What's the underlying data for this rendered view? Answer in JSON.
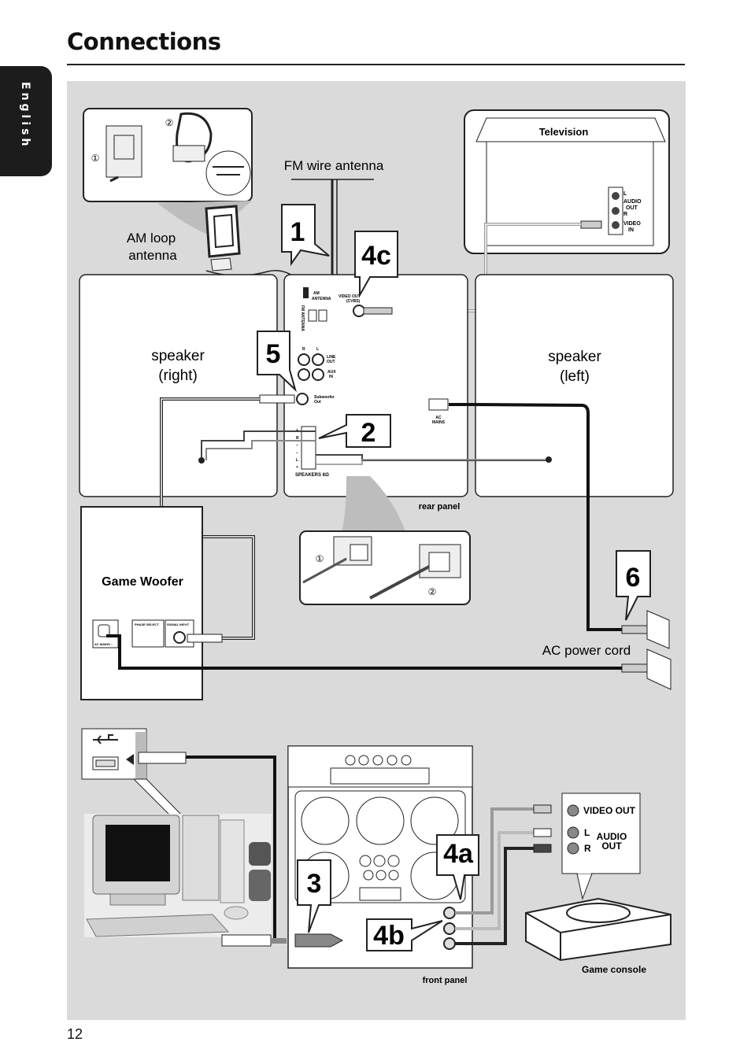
{
  "page": {
    "title": "Connections",
    "side_tab": "English",
    "page_number": "12"
  },
  "labels": {
    "fm_antenna": "FM wire antenna",
    "am_antenna_1": "AM loop",
    "am_antenna_2": "antenna",
    "television": "Television",
    "speaker_right_1": "speaker",
    "speaker_right_2": "(right)",
    "speaker_left_1": "speaker",
    "speaker_left_2": "(left)",
    "rear_panel": "rear panel",
    "game_woofer": "Game Woofer",
    "ac_power_cord": "AC power cord",
    "front_panel": "front panel",
    "game_console": "Game console",
    "video_out": "VIDEO OUT",
    "audio_out_1": "AUDIO",
    "audio_out_2": "OUT",
    "l": "L",
    "r": "R",
    "tv_l": "L",
    "tv_audio": "AUDIO",
    "tv_out": "OUT",
    "tv_r": "R",
    "tv_video": "VIDEO",
    "tv_in": "IN",
    "am_antenna_jack_1": "AM",
    "am_antenna_jack_2": "ANTENNA",
    "fm_antenna_jack": "FM ANTENNA",
    "video_out_cvbs_1": "VIDEO OUT",
    "video_out_cvbs_2": "(CVBS)",
    "line_out_1": "LINE",
    "line_out_2": "OUT",
    "aux_in_1": "AUX",
    "aux_in_2": "IN",
    "subwoofer_out_1": "Subwoofer",
    "subwoofer_out_2": "Out",
    "ac_mains_1": "AC",
    "ac_mains_2": "MAINS",
    "speakers_6ohm": "SPEAKERS 6Ω",
    "phase_select": "PHASE SELECT",
    "signal_input": "SIGNAL INPUT",
    "ac_mains_woofer": "AC MAINS ~",
    "rch_r": "R",
    "lch_l": "L",
    "plus1": "+",
    "minus1": "–",
    "minus2": "–",
    "plus2": "+"
  },
  "steps": {
    "s1": "1",
    "s2": "2",
    "s3": "3",
    "s4a": "4a",
    "s4b": "4b",
    "s4c": "4c",
    "s5": "5",
    "s6": "6"
  },
  "inset_numbers": {
    "a1": "①",
    "a2": "②",
    "b1": "①",
    "b2": "②"
  },
  "colors": {
    "panel": "#dadada",
    "cable": "#1a1a1a",
    "box": "#ffffff",
    "cable_grey": "#9a9a9a"
  }
}
